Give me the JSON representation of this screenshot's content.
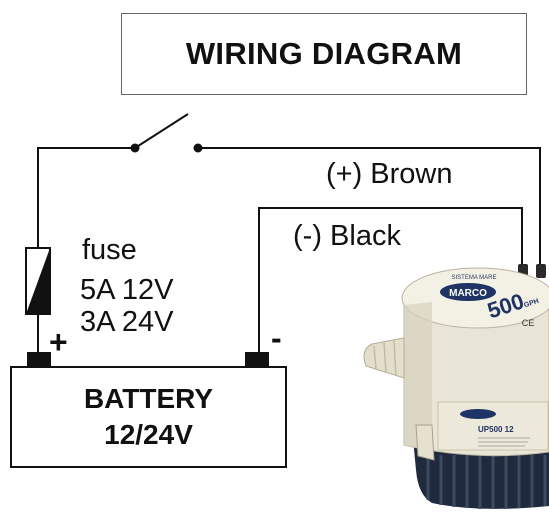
{
  "diagram": {
    "title": "WIRING DIAGRAM",
    "wires": {
      "positive": "(+) Brown",
      "negative": "(-) Black"
    },
    "fuse": {
      "label": "fuse",
      "rating_12v": "5A 12V",
      "rating_24v": "3A 24V"
    },
    "terminals": {
      "positive": "+",
      "negative": "-"
    },
    "battery": {
      "line1": "BATTERY",
      "line2": "12/24V"
    },
    "pump": {
      "brand": "MARCO",
      "capacity": "500",
      "unit": "GPH",
      "badge": "SISTEMA MARE",
      "model": "UP500 12",
      "ce_mark": "CE"
    }
  }
}
